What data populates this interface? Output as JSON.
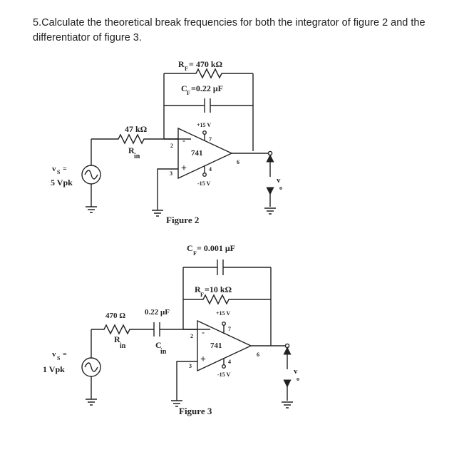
{
  "question": {
    "text": "5.Calculate the theoretical break frequencies for both the integrator of figure 2 and the differentiator of figure 3."
  },
  "figure2": {
    "caption": "Figure 2",
    "rf_label": "R",
    "rf_sub": "F",
    "rf_value": "= 470 kΩ",
    "cf_label": "C",
    "cf_sub": "F",
    "cf_value": "=0.22 μF",
    "rin_value": "47 kΩ",
    "rin_label": "R",
    "rin_sub": "in",
    "vs_label": "v",
    "vs_sub": "S",
    "vs_eq": "=",
    "vs_value": "5 Vpk",
    "opamp": "741",
    "vpos": "+15 V",
    "vneg": "-15 V",
    "pin2": "2",
    "pin3": "3",
    "pin4": "4",
    "pin6": "6",
    "pin7": "7",
    "minus": "-",
    "plus": "+",
    "vo_label": "v",
    "vo_sub": "o"
  },
  "figure3": {
    "caption": "Figure 3",
    "cf_label": "C",
    "cf_sub": "F",
    "cf_value": "= 0.001 μF",
    "rf_label": "R",
    "rf_sub": "F",
    "rf_value": "=10 kΩ",
    "rin_value": "470 Ω",
    "rin_label": "R",
    "rin_sub": "in",
    "cin_value": "0.22 μF",
    "cin_label": "C",
    "cin_sub": "in",
    "vs_label": "v",
    "vs_sub": "S",
    "vs_eq": "=",
    "vs_value": "1 Vpk",
    "opamp": "741",
    "vpos": "+15 V",
    "vneg": "-15 V",
    "pin2": "2",
    "pin3": "3",
    "pin4": "4",
    "pin6": "6",
    "pin7": "7",
    "minus": "-",
    "plus": "+",
    "vo_label": "v",
    "vo_sub": "o"
  }
}
